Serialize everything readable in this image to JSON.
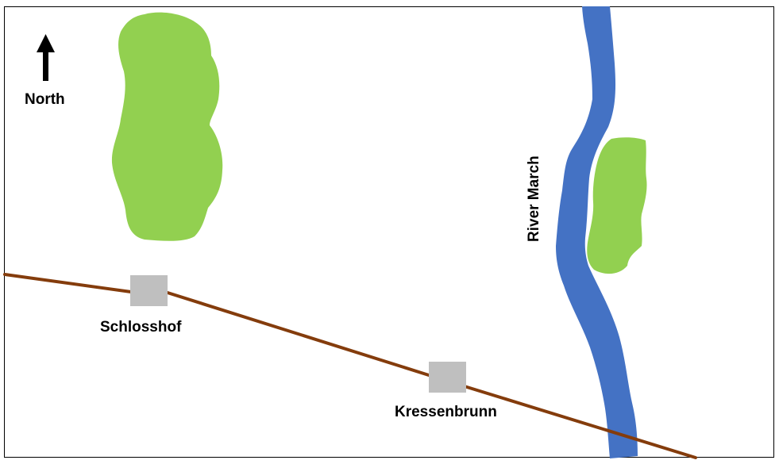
{
  "map": {
    "compass": {
      "label": "North",
      "icon": "north-arrow-icon"
    },
    "river": {
      "label": "River March",
      "color": "#4472C4"
    },
    "railway": {
      "color": "#843C0C"
    },
    "stations": [
      {
        "label": "Schlosshof"
      },
      {
        "label": "Kressenbrunn"
      }
    ],
    "station_color": "#BFBFBF",
    "forest_color": "#92D050",
    "border_color": "#000000"
  }
}
